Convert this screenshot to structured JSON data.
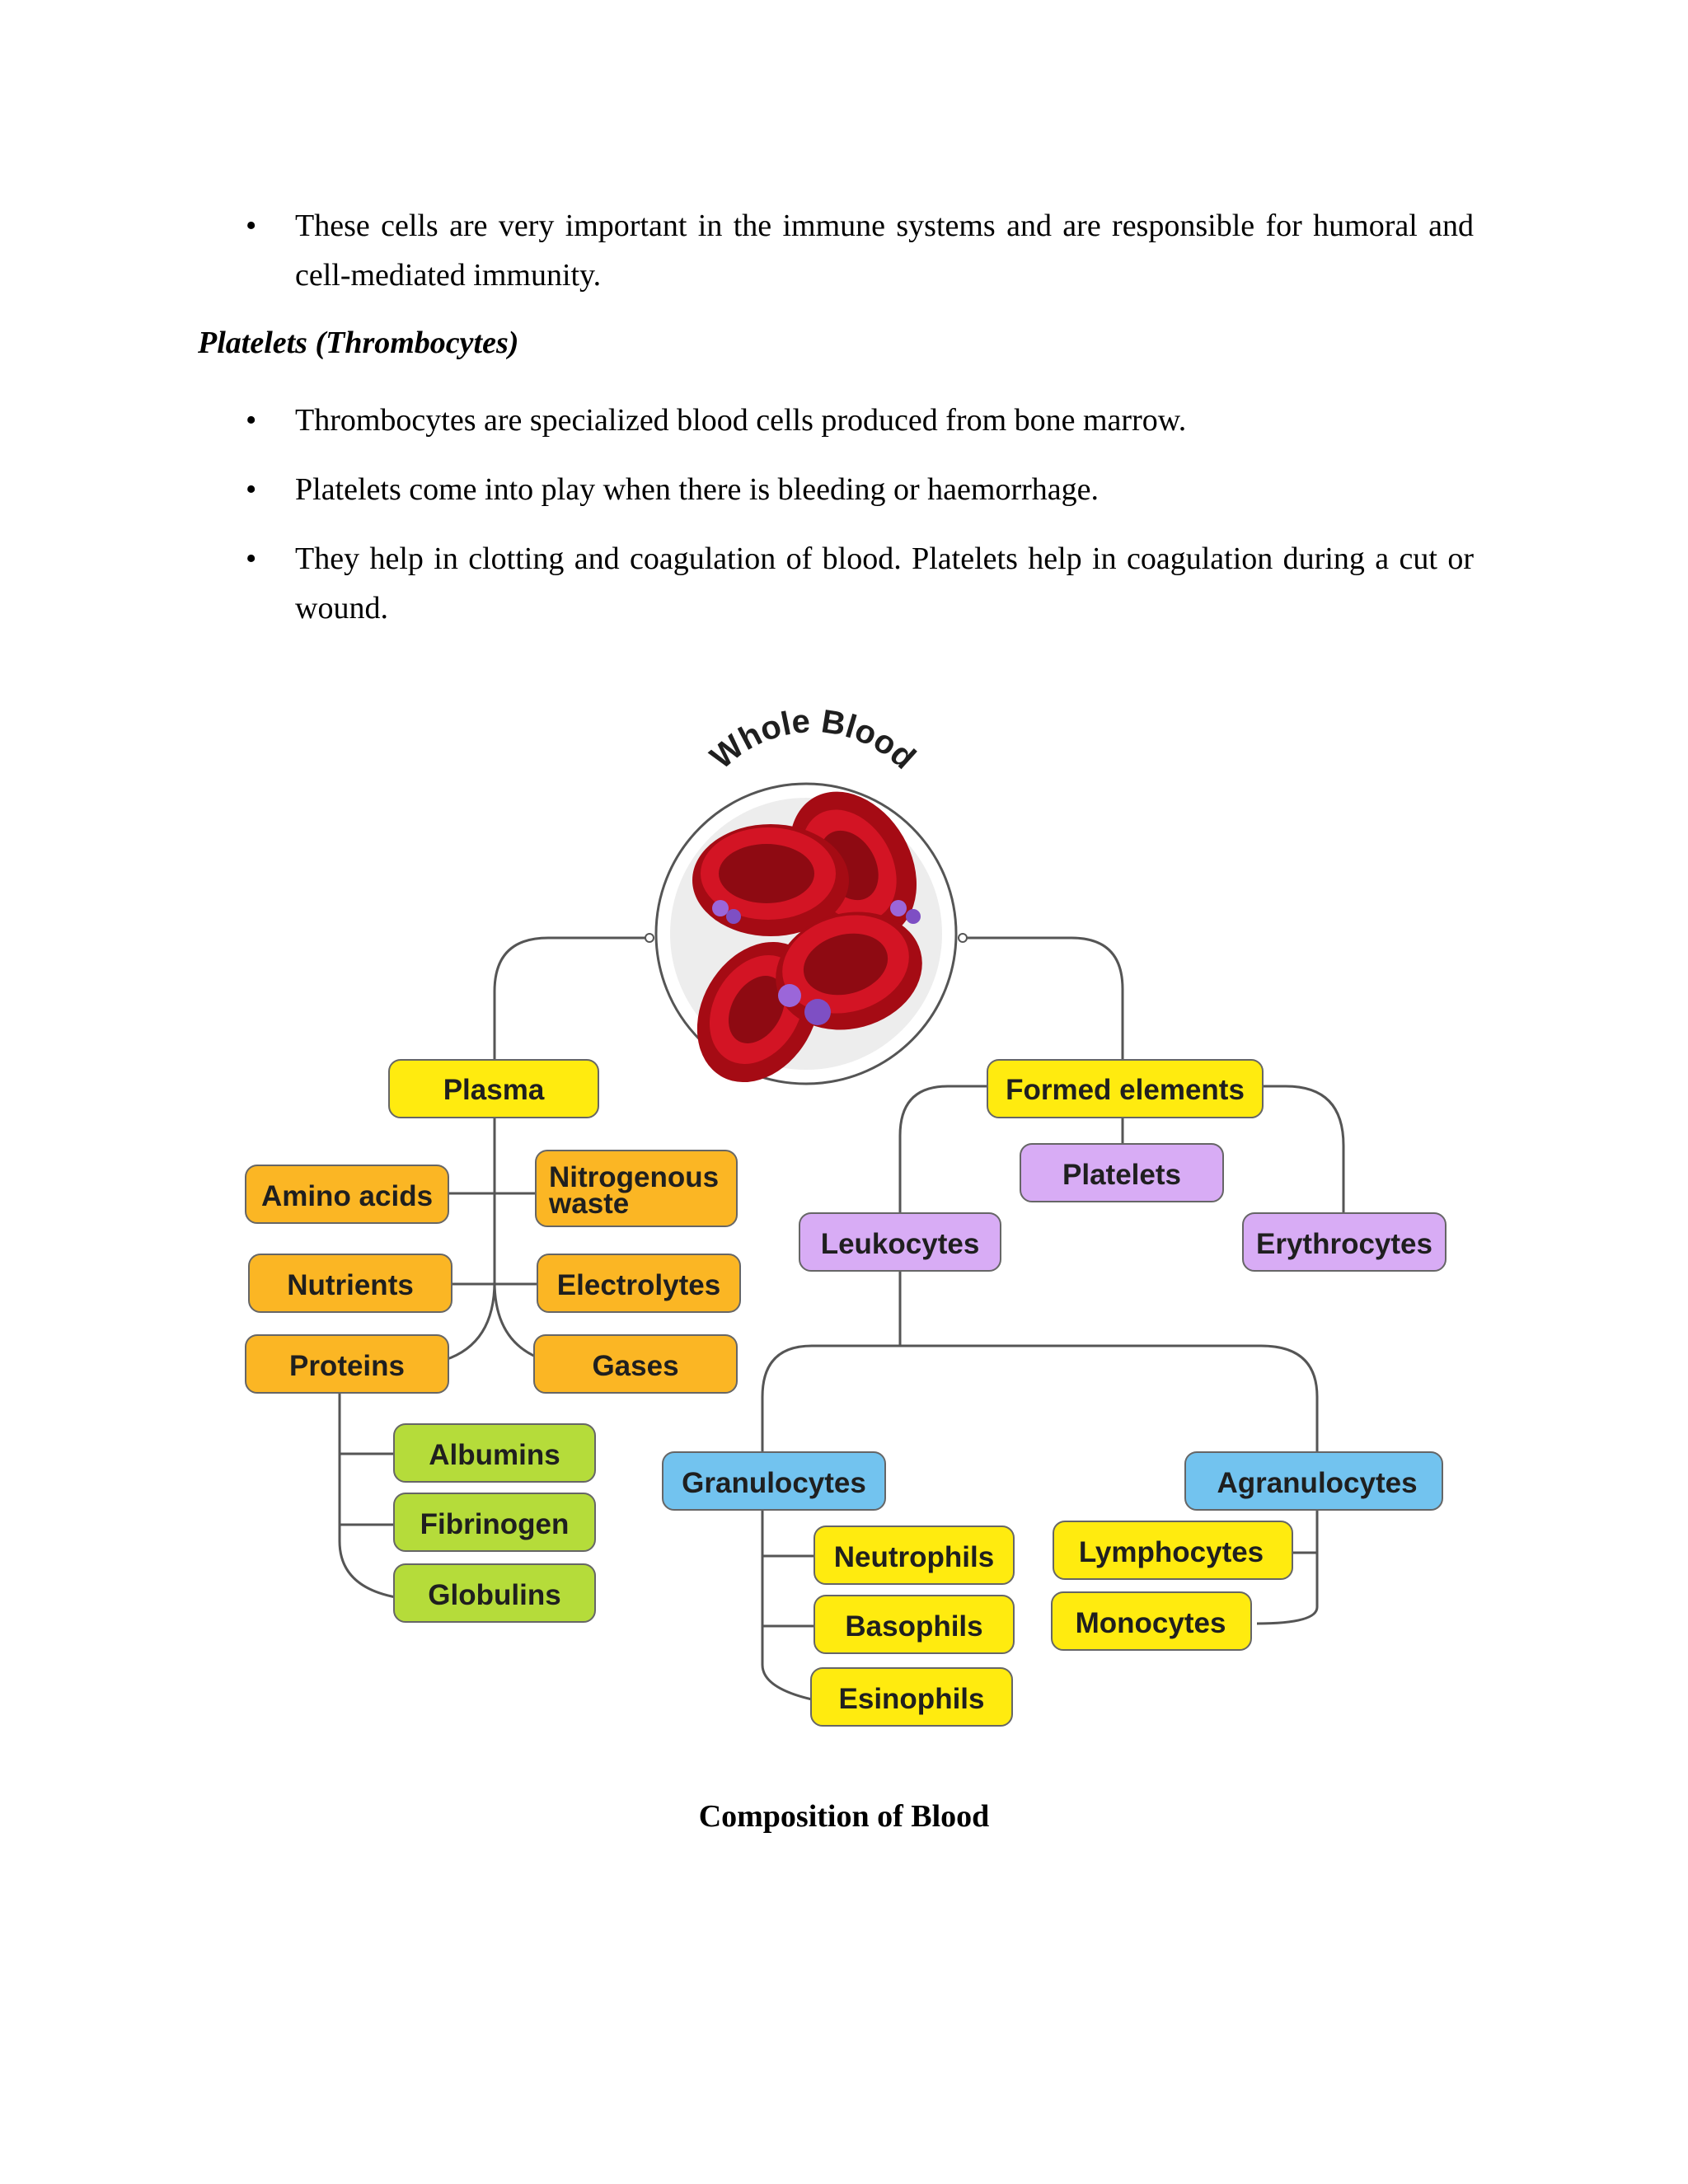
{
  "text_blocks": {
    "bullet_immune": "These cells are very important in the immune systems and are responsible for humoral and cell-mediated immunity.",
    "heading_platelets": "Platelets (Thrombocytes)",
    "bullet_platelets_1": "Thrombocytes are specialized blood cells produced from bone marrow.",
    "bullet_platelets_2": "Platelets come into play when there is bleeding or haemorrhage.",
    "bullet_platelets_3": "They help in clotting and coagulation of blood. Platelets help in coagulation during a cut or wound.",
    "bullet_symbol": "•"
  },
  "diagram": {
    "root": "Whole Blood",
    "plasma": "Plasma",
    "formed_elements": "Formed elements",
    "amino_acids": "Amino acids",
    "nitrogenous_waste_line1": "Nitrogenous",
    "nitrogenous_waste_line2": "waste",
    "nutrients": "Nutrients",
    "electrolytes": "Electrolytes",
    "proteins": "Proteins",
    "gases": "Gases",
    "albumins": "Albumins",
    "fibrinogen": "Fibrinogen",
    "globulins": "Globulins",
    "platelets": "Platelets",
    "leukocytes": "Leukocytes",
    "erythrocytes": "Erythrocytes",
    "granulocytes": "Granulocytes",
    "agranulocytes": "Agranulocytes",
    "neutrophils": "Neutrophils",
    "basophils": "Basophils",
    "esinophils": "Esinophils",
    "lymphocytes": "Lymphocytes",
    "monocytes": "Monocytes",
    "colors": {
      "yellow": "#ffeb0f",
      "orange": "#fbb624",
      "green": "#b5dc3a",
      "purple": "#d8acf5",
      "blue": "#72c3ef",
      "red_cell": "#c8101c"
    }
  },
  "caption": "Composition of Blood"
}
